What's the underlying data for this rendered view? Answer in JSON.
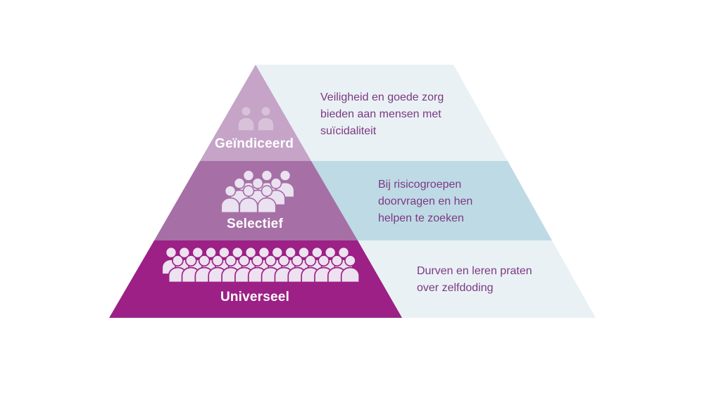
{
  "diagram": {
    "name": "preventiepiramide-suicidaliteit",
    "background": "#ffffff",
    "text_color": "#7c3982",
    "label_color": "#ffffff",
    "levels": [
      {
        "label": "Geïndiceerd",
        "description_lines": [
          "Veiligheid en goede zorg",
          "bieden aan mensen met",
          "suïcidaliteit"
        ],
        "pyramid_color": "#c5a4c8",
        "band_color": "#e9f1f5",
        "icon": {
          "name": "people-icon",
          "rows": [
            2
          ],
          "fill": "#d7c2da"
        }
      },
      {
        "label": "Selectief",
        "description_lines": [
          "Bij risicogroepen",
          "doorvragen en hen",
          "helpen te zoeken"
        ],
        "pyramid_color": "#a670a6",
        "band_color": "#bedae5",
        "icon": {
          "name": "crowd-icon",
          "rows": [
            3,
            3,
            3
          ],
          "fill": "#eae2f1"
        }
      },
      {
        "label": "Universeel",
        "description_lines": [
          "Durven en leren praten",
          "over zelfdoding"
        ],
        "pyramid_color": "#9c2085",
        "band_color": "#e9f1f5",
        "icon": {
          "name": "crowd-icon",
          "rows": [
            14,
            14
          ],
          "fill": "#ece2f0"
        }
      }
    ]
  }
}
